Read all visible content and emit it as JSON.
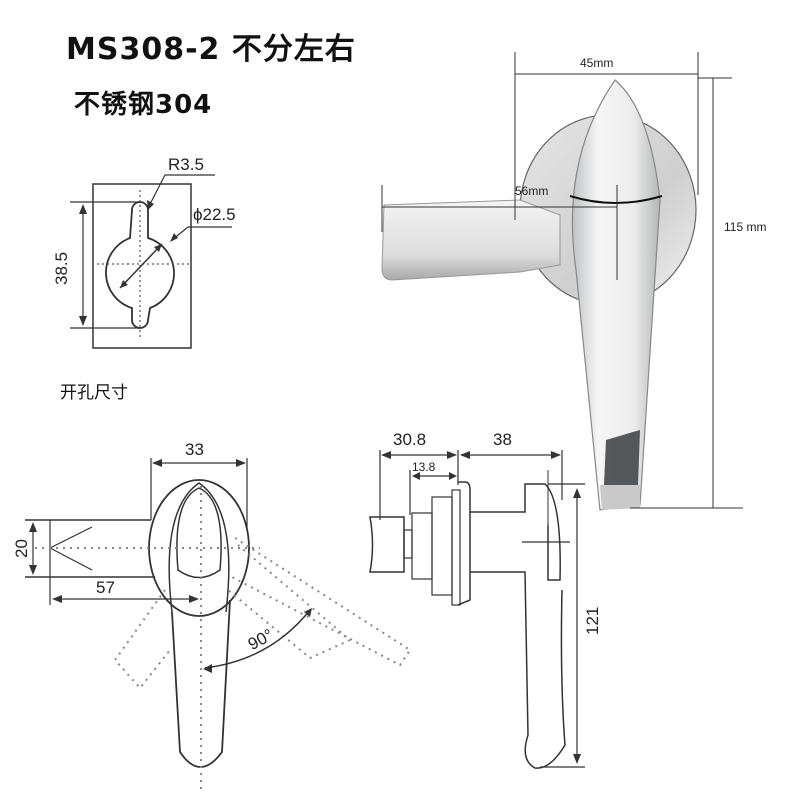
{
  "header": {
    "title": "MS308-2 不分左右",
    "material": "不锈钢304"
  },
  "cutout": {
    "label": "开孔尺寸",
    "radius": "R3.5",
    "diameter": "ϕ22.5",
    "height": "38.5"
  },
  "photo": {
    "width_label": "45mm",
    "lever_label": "56mm",
    "height_label": "115 mm"
  },
  "front_view": {
    "width": "33",
    "lever_height": "20",
    "lever_length": "57",
    "rotation": "90°"
  },
  "side_view": {
    "overall_depth": "30.8",
    "body_depth": "13.8",
    "handle_depth": "38",
    "height": "121"
  },
  "colors": {
    "line": "#333333",
    "dotted": "#888888",
    "metal_light": "#f2f2f2",
    "metal_mid": "#c8c8c8",
    "metal_dark": "#3a3d40"
  }
}
